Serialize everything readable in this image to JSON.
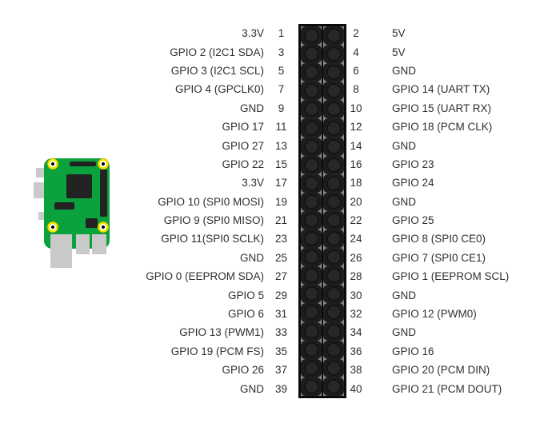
{
  "diagram": {
    "type": "raspberry-pi-gpio-pinout",
    "colors": {
      "pcb_green": "#0aa23c",
      "header_black": "#0b0b0b",
      "connector_grey": "#c9c9c9",
      "mount_hole_yellow": "#f2e600",
      "label_text": "#2e2e2e"
    },
    "board_icon": "raspberry-pi-zero-top-view"
  },
  "pins": {
    "rows": [
      {
        "left_label": "3.3V",
        "left_num": "1",
        "right_num": "2",
        "right_label": "5V"
      },
      {
        "left_label": "GPIO 2 (I2C1 SDA)",
        "left_num": "3",
        "right_num": "4",
        "right_label": "5V"
      },
      {
        "left_label": "GPIO 3 (I2C1 SCL)",
        "left_num": "5",
        "right_num": "6",
        "right_label": "GND"
      },
      {
        "left_label": "GPIO 4 (GPCLK0)",
        "left_num": "7",
        "right_num": "8",
        "right_label": "GPIO 14 (UART TX)"
      },
      {
        "left_label": "GND",
        "left_num": "9",
        "right_num": "10",
        "right_label": "GPIO 15 (UART RX)"
      },
      {
        "left_label": "GPIO 17",
        "left_num": "11",
        "right_num": "12",
        "right_label": "GPIO 18 (PCM CLK)"
      },
      {
        "left_label": "GPIO 27",
        "left_num": "13",
        "right_num": "14",
        "right_label": "GND"
      },
      {
        "left_label": "GPIO 22",
        "left_num": "15",
        "right_num": "16",
        "right_label": "GPIO 23"
      },
      {
        "left_label": "3.3V",
        "left_num": "17",
        "right_num": "18",
        "right_label": "GPIO 24"
      },
      {
        "left_label": "GPIO 10 (SPI0 MOSI)",
        "left_num": "19",
        "right_num": "20",
        "right_label": "GND"
      },
      {
        "left_label": "GPIO 9 (SPI0 MISO)",
        "left_num": "21",
        "right_num": "22",
        "right_label": "GPIO 25"
      },
      {
        "left_label": "GPIO 11(SPI0 SCLK)",
        "left_num": "23",
        "right_num": "24",
        "right_label": "GPIO 8 (SPI0 CE0)"
      },
      {
        "left_label": "GND",
        "left_num": "25",
        "right_num": "26",
        "right_label": "GPIO 7 (SPI0 CE1)"
      },
      {
        "left_label": "GPIO 0 (EEPROM SDA)",
        "left_num": "27",
        "right_num": "28",
        "right_label": "GPIO 1 (EEPROM SCL)"
      },
      {
        "left_label": "GPIO 5",
        "left_num": "29",
        "right_num": "30",
        "right_label": "GND"
      },
      {
        "left_label": "GPIO 6",
        "left_num": "31",
        "right_num": "32",
        "right_label": "GPIO 12 (PWM0)"
      },
      {
        "left_label": "GPIO 13 (PWM1)",
        "left_num": "33",
        "right_num": "34",
        "right_label": "GND"
      },
      {
        "left_label": "GPIO 19 (PCM FS)",
        "left_num": "35",
        "right_num": "36",
        "right_label": "GPIO 16"
      },
      {
        "left_label": "GPIO 26",
        "left_num": "37",
        "right_num": "38",
        "right_label": "GPIO 20 (PCM DIN)"
      },
      {
        "left_label": "GND",
        "left_num": "39",
        "right_num": "40",
        "right_label": "GPIO 21 (PCM DOUT)"
      }
    ]
  }
}
